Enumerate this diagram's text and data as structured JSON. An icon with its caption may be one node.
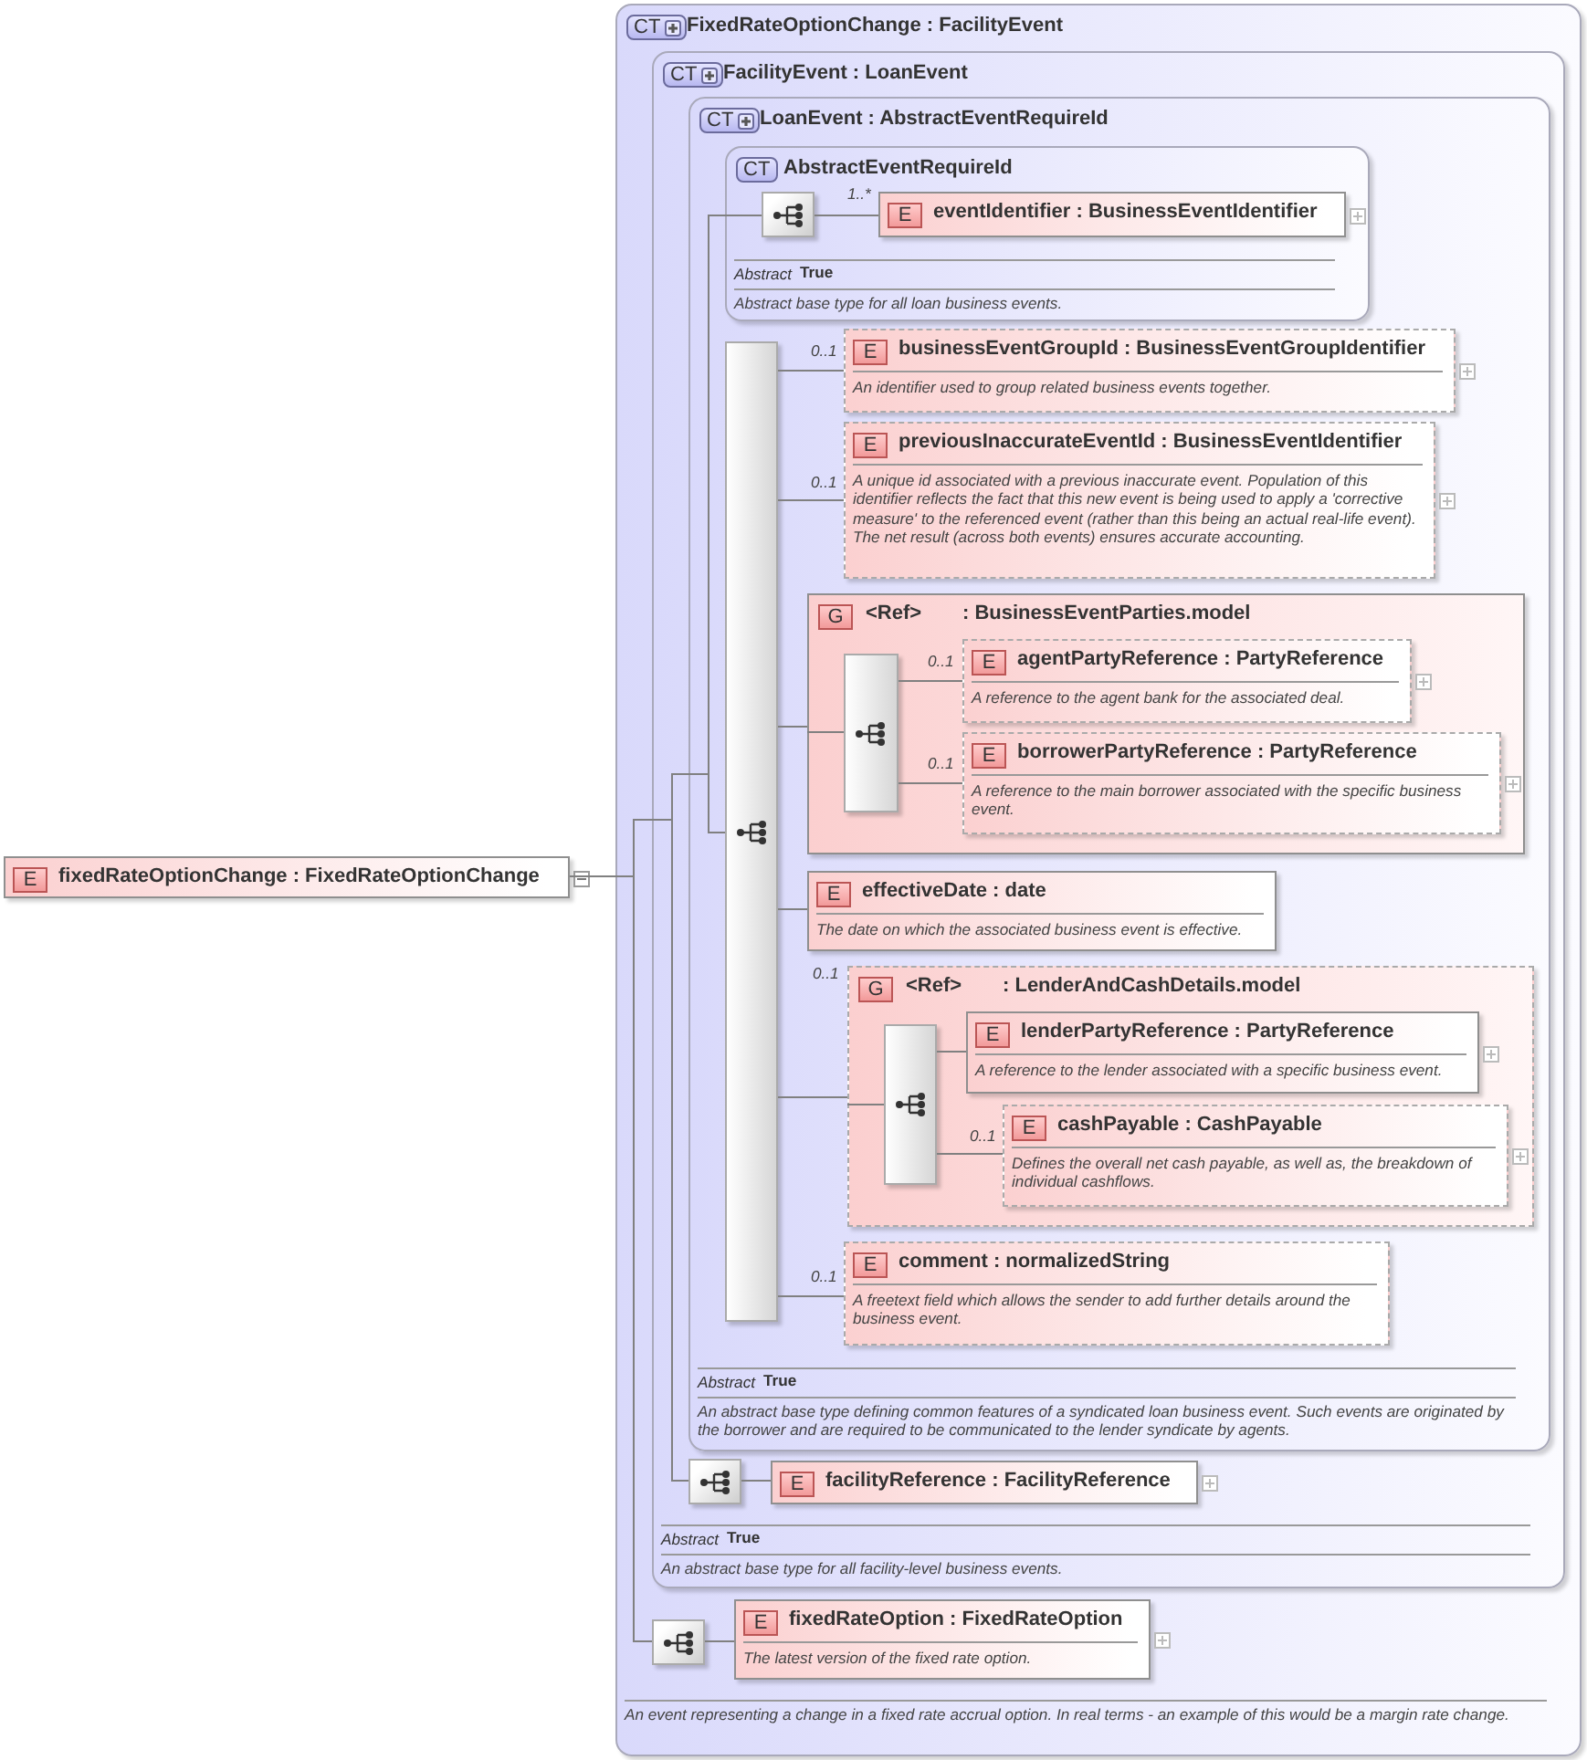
{
  "diagram": {
    "nodes": [
      {
        "text": [
          "E",
          "fixedRateOptionChange : FixedRateOptionChange"
        ]
      },
      {
        "text": [
          "CT",
          "FixedRateOptionChange : FacilityEvent",
          "An event representing a change in a fixed rate accrual option. In real terms - an example of this would be a margin rate change."
        ]
      },
      {
        "text": [
          "CT",
          "FacilityEvent : LoanEvent",
          "Abstract",
          "True",
          "An abstract base type for all facility-level business events."
        ],
        "in": 1
      },
      {
        "text": [
          "CT",
          "LoanEvent : AbstractEventRequireId",
          "Abstract",
          "True",
          "An abstract base type defining common features of a syndicated loan business event. Such events are originated by the borrower and are required to be communicated to the lender syndicate by agents."
        ],
        "in": 2
      },
      {
        "text": [
          "CT",
          "AbstractEventRequireId",
          "Abstract",
          "True",
          "Abstract base type for all loan business events."
        ],
        "in": 3
      },
      {
        "text": [],
        "shape": "box",
        "in": 4
      },
      {
        "text": [
          "E",
          "eventIdentifier : BusinessEventIdentifier"
        ],
        "in": 4,
        "beside": [
          "1..*"
        ]
      },
      {
        "text": [],
        "shape": "bar",
        "in": 3
      },
      {
        "text": [
          "E",
          "businessEventGroupId : BusinessEventGroupIdentifier",
          "An identifier used to group related business events together."
        ],
        "in": 3,
        "beside": [
          "0..1"
        ]
      },
      {
        "text": [
          "E",
          "previousInaccurateEventId : BusinessEventIdentifier",
          "A unique id associated with a previous inaccurate event. Population of this identifier reflects the fact that this new event is being used to apply a 'corrective measure' to the referenced event (rather than this being an actual real-life event). The net result (across both events) ensures accurate accounting."
        ],
        "in": 3,
        "beside": [
          "0..1"
        ]
      },
      {
        "text": [
          "G",
          "<Ref>",
          ": BusinessEventParties.model"
        ],
        "in": 3
      },
      {
        "text": [],
        "shape": "bar",
        "in": 10
      },
      {
        "text": [
          "E",
          "agentPartyReference : PartyReference",
          "A reference to the agent bank for the associated deal."
        ],
        "in": 10,
        "beside": [
          "0..1"
        ]
      },
      {
        "text": [
          "E",
          "borrowerPartyReference : PartyReference",
          "A reference to the main borrower associated with the specific business event."
        ],
        "in": 10,
        "beside": [
          "0..1"
        ]
      },
      {
        "text": [
          "E",
          "effectiveDate : date",
          "The date on which the associated business event is effective."
        ],
        "in": 3
      },
      {
        "text": [
          "G",
          "<Ref>",
          ": LenderAndCashDetails.model"
        ],
        "in": 3,
        "beside": [
          "0..1"
        ]
      },
      {
        "text": [],
        "shape": "bar",
        "in": 15
      },
      {
        "text": [
          "E",
          "lenderPartyReference : PartyReference",
          "A reference to the lender associated with a specific business event."
        ],
        "in": 15
      },
      {
        "text": [
          "E",
          "cashPayable : CashPayable",
          "Defines the overall net cash payable, as well as, the breakdown of individual cashflows."
        ],
        "in": 15,
        "beside": [
          "0..1"
        ]
      },
      {
        "text": [
          "E",
          "comment : normalizedString",
          "A freetext field which allows the sender to add further details around the business event."
        ],
        "in": 3,
        "beside": [
          "0..1"
        ]
      },
      {
        "text": [],
        "shape": "box",
        "in": 2
      },
      {
        "text": [
          "E",
          "facilityReference : FacilityReference"
        ],
        "in": 2
      },
      {
        "text": [],
        "shape": "box",
        "in": 1
      },
      {
        "text": [
          "E",
          "fixedRateOption : FixedRateOption",
          "The latest version of the fixed rate option."
        ],
        "in": 1
      }
    ],
    "edges": [
      {
        "from": 0,
        "to": 22,
        "arrow": "none"
      },
      {
        "from": 0,
        "to": 20,
        "arrow": "none"
      },
      {
        "from": 0,
        "to": 7,
        "arrow": "none"
      },
      {
        "from": 0,
        "to": 5,
        "arrow": "none"
      },
      {
        "from": 5,
        "to": 6,
        "arrow": "none"
      },
      {
        "from": 7,
        "to": 8,
        "arrow": "none"
      },
      {
        "from": 7,
        "to": 9,
        "arrow": "none"
      },
      {
        "from": 7,
        "to": 10,
        "arrow": "none"
      },
      {
        "from": 10,
        "to": 11,
        "arrow": "none"
      },
      {
        "from": 11,
        "to": 12,
        "arrow": "none"
      },
      {
        "from": 11,
        "to": 13,
        "arrow": "none"
      },
      {
        "from": 7,
        "to": 14,
        "arrow": "none"
      },
      {
        "from": 7,
        "to": 15,
        "arrow": "none"
      },
      {
        "from": 15,
        "to": 16,
        "arrow": "none"
      },
      {
        "from": 16,
        "to": 17,
        "arrow": "none"
      },
      {
        "from": 16,
        "to": 18,
        "arrow": "none"
      },
      {
        "from": 7,
        "to": 19,
        "arrow": "none"
      },
      {
        "from": 20,
        "to": 21,
        "arrow": "none"
      },
      {
        "from": 22,
        "to": 23,
        "arrow": "none"
      }
    ]
  }
}
